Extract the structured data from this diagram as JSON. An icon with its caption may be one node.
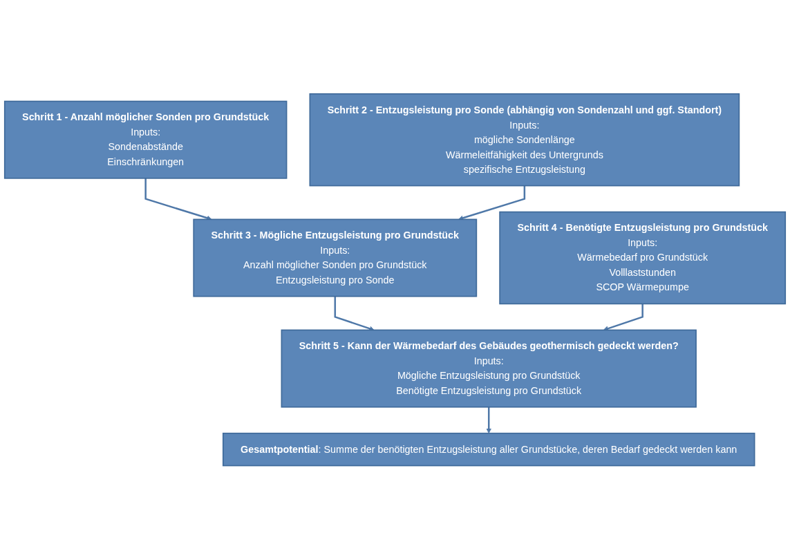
{
  "diagram": {
    "nodes": [
      {
        "text": [
          "Schritt 1 - Anzahl möglicher Sonden pro Grundstück",
          "Inputs:",
          "Sondenabstände",
          "Einschränkungen"
        ]
      },
      {
        "text": [
          "Schritt 2 - Entzugsleistung pro Sonde (abhängig von Sondenzahl und ggf. Standort)",
          "Inputs:",
          "mögliche Sondenlänge",
          "Wärmeleitfähigkeit des Untergrunds",
          "spezifische Entzugsleistung"
        ]
      },
      {
        "text": [
          "Schritt 3 - Mögliche Entzugsleistung pro Grundstück",
          "Inputs:",
          "Anzahl möglicher Sonden pro Grundstück",
          "Entzugsleistung pro Sonde"
        ]
      },
      {
        "text": [
          "Schritt 4 - Benötigte Entzugsleistung pro Grundstück",
          "Inputs:",
          "Wärmebedarf pro Grundstück",
          "Volllaststunden",
          "SCOP Wärmepumpe"
        ]
      },
      {
        "text": [
          "Schritt 5 - Kann der Wärmebedarf des Gebäudes geothermisch gedeckt werden?",
          "Inputs:",
          "Mögliche Entzugsleistung pro Grundstück",
          "Benötigte Entzugsleistung pro Grundstück"
        ]
      },
      {
        "text": [
          "**Gesamtpotential**: Summe der benötigten Entzugsleistung aller Grundstücke, deren Bedarf gedeckt werden kann"
        ]
      }
    ],
    "edges": [
      {
        "from": 0,
        "to": 2,
        "arrow": "to"
      },
      {
        "from": 1,
        "to": 2,
        "arrow": "to"
      },
      {
        "from": 2,
        "to": 4,
        "arrow": "to"
      },
      {
        "from": 3,
        "to": 4,
        "arrow": "to"
      },
      {
        "from": 4,
        "to": 5,
        "arrow": "to"
      }
    ]
  }
}
